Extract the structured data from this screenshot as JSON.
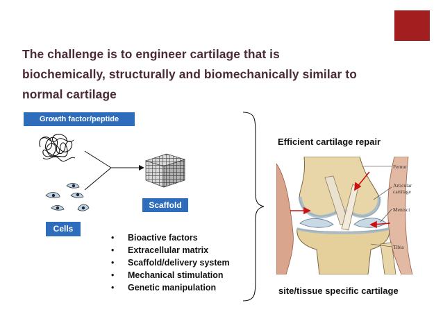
{
  "title": {
    "line1": "The challenge is to engineer cartilage that is",
    "line2": "biochemically, structurally and biomechanically similar to",
    "line3": "normal cartilage"
  },
  "labels": {
    "growth_factor": "Growth factor/peptide",
    "scaffold": "Scaffold",
    "cells": "Cells"
  },
  "bullets": [
    "Bioactive factors",
    "Extracellular matrix",
    "Scaffold/delivery system",
    "Mechanical stimulation",
    "Genetic manipulation"
  ],
  "outcome": {
    "top": "Efficient cartilage repair",
    "bottom": "site/tissue specific cartilage"
  },
  "knee_labels": {
    "femur": "Femur",
    "articular_line1": "Articular",
    "articular_line2": "cartilage",
    "menisci": "Menisci",
    "tibia": "Tibia"
  },
  "colors": {
    "accent_square": "#a31f1f",
    "label_bg": "#2e6dbb",
    "title_text": "#4a2a36",
    "arrow_red": "#cc1010"
  }
}
